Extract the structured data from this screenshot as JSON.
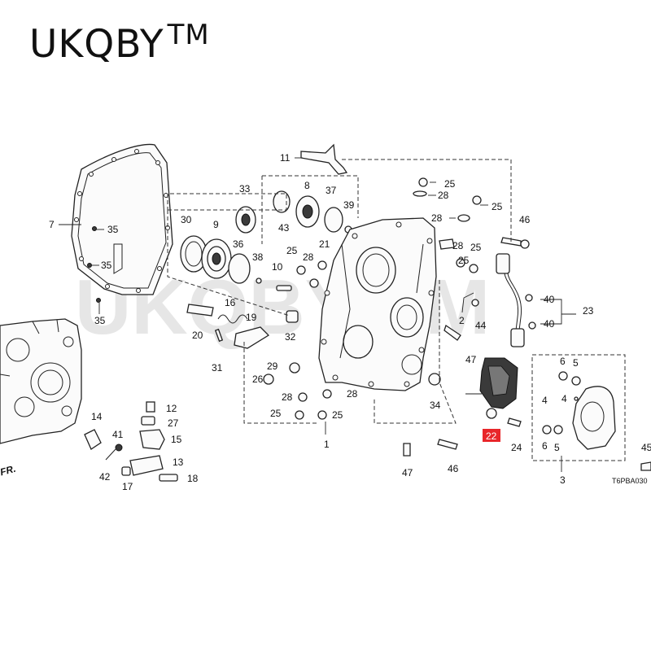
{
  "brand": {
    "name": "UKQBY",
    "trademark": "TM"
  },
  "watermark": "UKQBY TM",
  "diagram": {
    "code": "T6PBA030",
    "direction_label": "FR.",
    "highlighted_part": "22",
    "labels": {
      "p1": "1",
      "p2": "2",
      "p3": "3",
      "p4a": "4",
      "p4b": "4",
      "p5a": "5",
      "p5b": "5",
      "p6a": "6",
      "p6b": "6",
      "p7": "7",
      "p8": "8",
      "p9": "9",
      "p10": "10",
      "p11": "11",
      "p12": "12",
      "p13": "13",
      "p14": "14",
      "p15": "15",
      "p16": "16",
      "p17": "17",
      "p18": "18",
      "p19": "19",
      "p20": "20",
      "p21": "21",
      "p23": "23",
      "p24": "24",
      "p25a": "25",
      "p25b": "25",
      "p25c": "25",
      "p25d": "25",
      "p25e": "25",
      "p25f": "25",
      "p25g": "25",
      "p26": "26",
      "p27": "27",
      "p28a": "28",
      "p28b": "28",
      "p28c": "28",
      "p28d": "28",
      "p28e": "28",
      "p28f": "28",
      "p29": "29",
      "p30": "30",
      "p31": "31",
      "p32": "32",
      "p33": "33",
      "p34": "34",
      "p35a": "35",
      "p35b": "35",
      "p35c": "35",
      "p36": "36",
      "p37": "37",
      "p38": "38",
      "p39": "39",
      "p40a": "40",
      "p40b": "40",
      "p41": "41",
      "p42": "42",
      "p43": "43",
      "p44": "44",
      "p45": "45",
      "p46a": "46",
      "p46b": "46",
      "p47a": "47",
      "p47b": "47"
    }
  }
}
